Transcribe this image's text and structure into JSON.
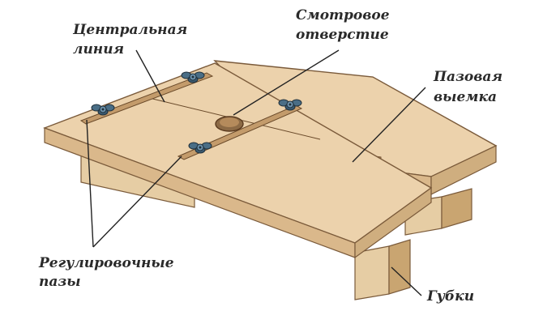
{
  "labels": {
    "center_line": {
      "line1": "Центральная",
      "line2": "линия"
    },
    "view_hole": {
      "line1": "Смотровое",
      "line2": "отверстие"
    },
    "groove_notch": {
      "line1": "Пазовая",
      "line2": "выемка"
    },
    "adjusting_slots": {
      "line1": "Регулировочные",
      "line2": "пазы"
    },
    "jaws": {
      "line1": "Губки"
    }
  },
  "colors": {
    "wood_top": "#ecd2ac",
    "wood_front": "#dab88b",
    "wood_side": "#cfae7f",
    "jaw_front": "#e6cda4",
    "jaw_side": "#c9a571",
    "edge": "#7a5a3a",
    "wingnut": "#4a6e86",
    "leader": "#222222"
  },
  "icons": [
    "wing-nut-icon"
  ]
}
